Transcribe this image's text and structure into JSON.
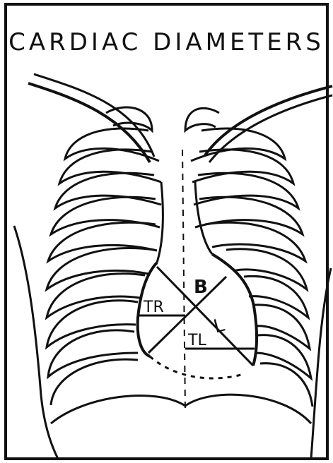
{
  "title": "CARDIAC DIAMETERS",
  "labels": {
    "tr": "TR",
    "tl": "TL",
    "b": "B",
    "l": "L"
  },
  "colors": {
    "ink": "#111111",
    "paper": "#ffffff"
  }
}
